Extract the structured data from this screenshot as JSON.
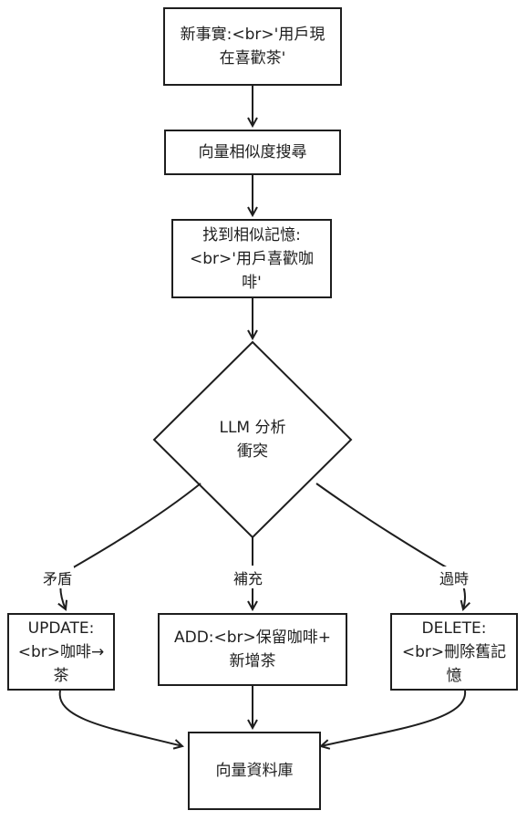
{
  "nodes": {
    "new_fact": "新事實:<br>'用戶現\n在喜歡茶'",
    "vector_search": "向量相似度搜尋",
    "found_memory": "找到相似記憶:\n<br>'用戶喜歡咖\n啡'",
    "llm_analysis": "LLM 分析\n衝突",
    "update": "UPDATE:\n<br>咖啡→\n茶",
    "add": "ADD:<br>保留咖啡+\n新增茶",
    "delete": "DELETE:\n<br>刪除舊記\n憶",
    "vector_db": "向量資料庫"
  },
  "edge_labels": {
    "contradiction": "矛盾",
    "supplement": "補充",
    "outdated": "過時"
  },
  "colors": {
    "stroke": "#1e1e1e",
    "background": "#ffffff"
  }
}
